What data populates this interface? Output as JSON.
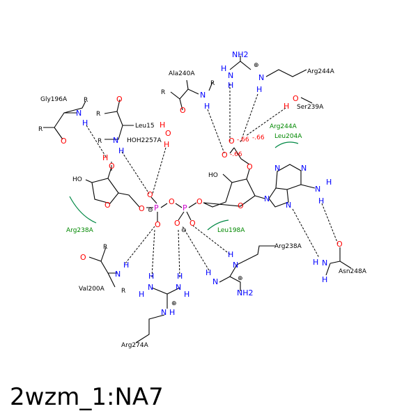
{
  "title": "2wzm_1:NA7",
  "residues": {
    "arg244_top": "Arg244A",
    "ser239": "Ser239A",
    "ala240": "Ala240A",
    "gly196": "Gly196A",
    "leu15": "Leu15",
    "hoh2257": "HOH2257A",
    "arg244_hyd": "Arg244A",
    "leu204": "Leu204A",
    "arg238_hyd": "Arg238A",
    "leu198": "Leu198A",
    "arg238": "Arg238A",
    "asn248": "Asn248A",
    "val200": "Val200A",
    "arg274": "Arg274A"
  },
  "charges": {
    "c1": "-.66",
    "c2": "-.66",
    "c3": "-.66"
  },
  "atoms": {
    "N": "N",
    "O": "O",
    "H": "H",
    "P": "P",
    "R": "R",
    "HO": "HO",
    "NH2": "NH2",
    "plus": "⊕",
    "minus": "⊖"
  }
}
